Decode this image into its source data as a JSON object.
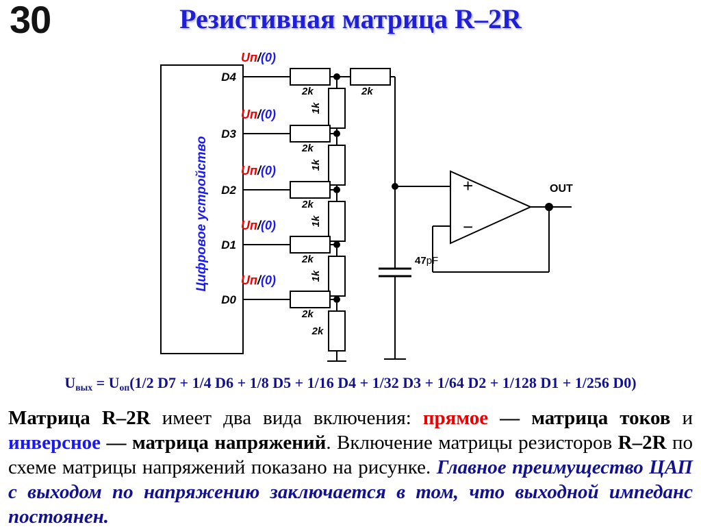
{
  "page_number": "30",
  "title": "Резистивная матрица R–2R",
  "colors": {
    "title_blue": "#1f1fd8",
    "formula_navy": "#12128f",
    "accent_red": "#ee0000",
    "accent_blue": "#1a1aee",
    "wire_black": "#000000"
  },
  "schematic": {
    "device_label": "Цифровое устройство",
    "inputs": [
      {
        "pin": "D4",
        "signal_high": "Uп",
        "signal_low": "(0)",
        "separator": "/",
        "series_resistor": "2k",
        "shunt_resistor": "1k"
      },
      {
        "pin": "D3",
        "signal_high": "Uп",
        "signal_low": "(0)",
        "separator": "/",
        "series_resistor": "2k",
        "shunt_resistor": "1k"
      },
      {
        "pin": "D2",
        "signal_high": "Uп",
        "signal_low": "(0)",
        "separator": "/",
        "series_resistor": "2k",
        "shunt_resistor": "1k"
      },
      {
        "pin": "D1",
        "signal_high": "Uп",
        "signal_low": "(0)",
        "separator": "/",
        "series_resistor": "2k",
        "shunt_resistor": "1k"
      },
      {
        "pin": "D0",
        "signal_high": "Uп",
        "signal_low": "(0)",
        "separator": "/",
        "series_resistor": "2k",
        "shunt_resistor": "2k"
      }
    ],
    "top_terminating_resistor": "2k",
    "capacitor": {
      "value": "47",
      "unit": "pF"
    },
    "opamp": {
      "plus": "+",
      "minus": "−"
    },
    "output_label": "OUT"
  },
  "formula": {
    "lhs_base": "U",
    "lhs_sub": "вых",
    "equals": "=",
    "rhs_base": "U",
    "rhs_sub": "оп",
    "expression": "(1/2 D7 + 1/4 D6 + 1/8 D5 + 1/16 D4 + 1/32 D3 + 1/64 D2 + 1/128 D1 + 1/256 D0)",
    "full_text": "Uвых = Uоп(1/2 D7 + 1/4 D6 + 1/8 D5 + 1/16 D4 + 1/32 D3 + 1/64 D2 + 1/128 D1 + 1/256 D0)"
  },
  "body": {
    "seg1_bold": "Матрица R–2R",
    "seg2": " имеет два вида включения: ",
    "seg3_red": "прямое",
    "seg4_bold": " — матрица токов",
    "seg5": " и ",
    "seg6_blue": "инверсное",
    "seg7_bold": " — матрица напряжений",
    "seg8": ". Включение матрицы резисторов ",
    "seg9_bold": "R–2R",
    "seg10": " по схеме матрицы напряжений показано на рисунке. ",
    "seg11_navy_italic": "Главное преимущество ЦАП с выходом по напряжению заключается в том, что выходной импеданс постоянен."
  }
}
